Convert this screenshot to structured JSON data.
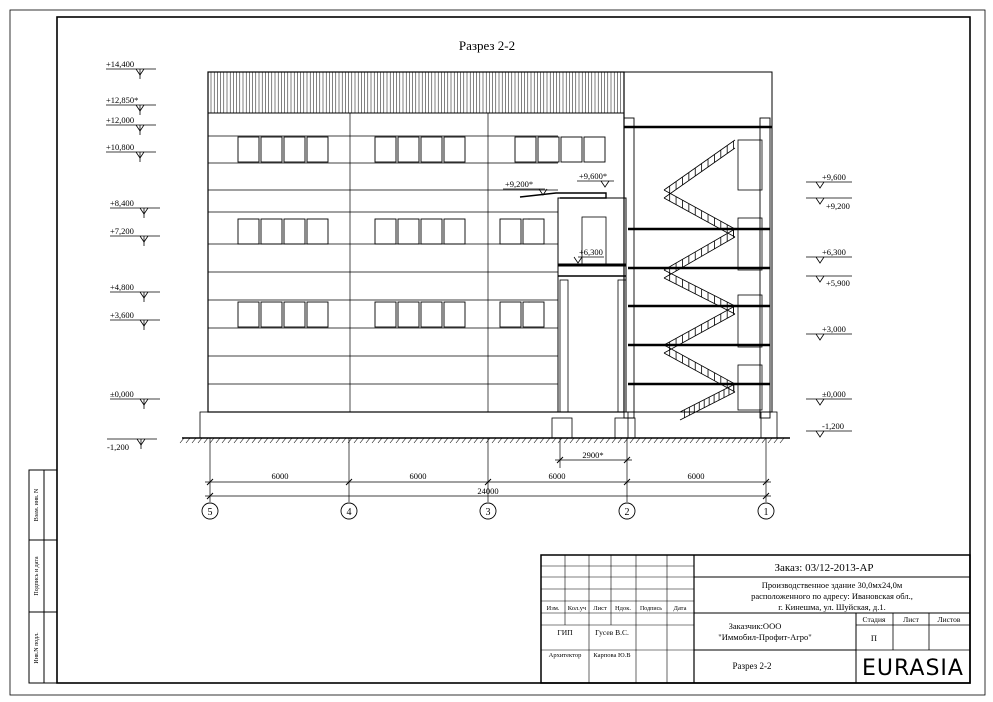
{
  "title": "Разрез 2-2",
  "left_elevations": [
    "+14,400",
    "+12,850*",
    "+12,000",
    "+10,800",
    "+8,400",
    "+7,200",
    "+4,800",
    "+3,600",
    "±0,000",
    "-1,200"
  ],
  "right_elevations": [
    "+9,600",
    "+9,200",
    "+6,300",
    "+5,900",
    "+3,000",
    "±0,000",
    "-1,200"
  ],
  "inner_elevations": {
    "e9200": "+9,200*",
    "e9600": "+9,600*",
    "e6300": "+6,300"
  },
  "dimensions": {
    "spans": [
      "6000",
      "6000",
      "6000",
      "6000"
    ],
    "total": "24000",
    "sub": "2900*"
  },
  "axes": [
    "5",
    "4",
    "3",
    "2",
    "1"
  ],
  "side_stamp": [
    "Взам. инв. N",
    "Подпись и дата",
    "Инв.N подл."
  ],
  "title_block": {
    "order": "Заказ: 03/12-2013-АР",
    "object": [
      "Производственное здание 30,0мх24,0м",
      "расположенного по адресу: Ивановская обл.,",
      "г. Кинешма, ул. Шуйская, д.1."
    ],
    "customer": [
      "Заказчик:ООО",
      "\"Иммобил-Профит-Агро\""
    ],
    "sheet_name": "Разрез 2-2",
    "headers": [
      "Изм.",
      "Кол.уч",
      "Лист",
      "Ндок.",
      "Подпись",
      "Дата"
    ],
    "stage_headers": [
      "Стадия",
      "Лист",
      "Листов"
    ],
    "stage": "П",
    "people": [
      {
        "role": "ГИП",
        "name": "Гусев В.С."
      },
      {
        "role": "Архитектор",
        "name": "Карпова Ю.В"
      }
    ],
    "logo": "EURASIA"
  }
}
